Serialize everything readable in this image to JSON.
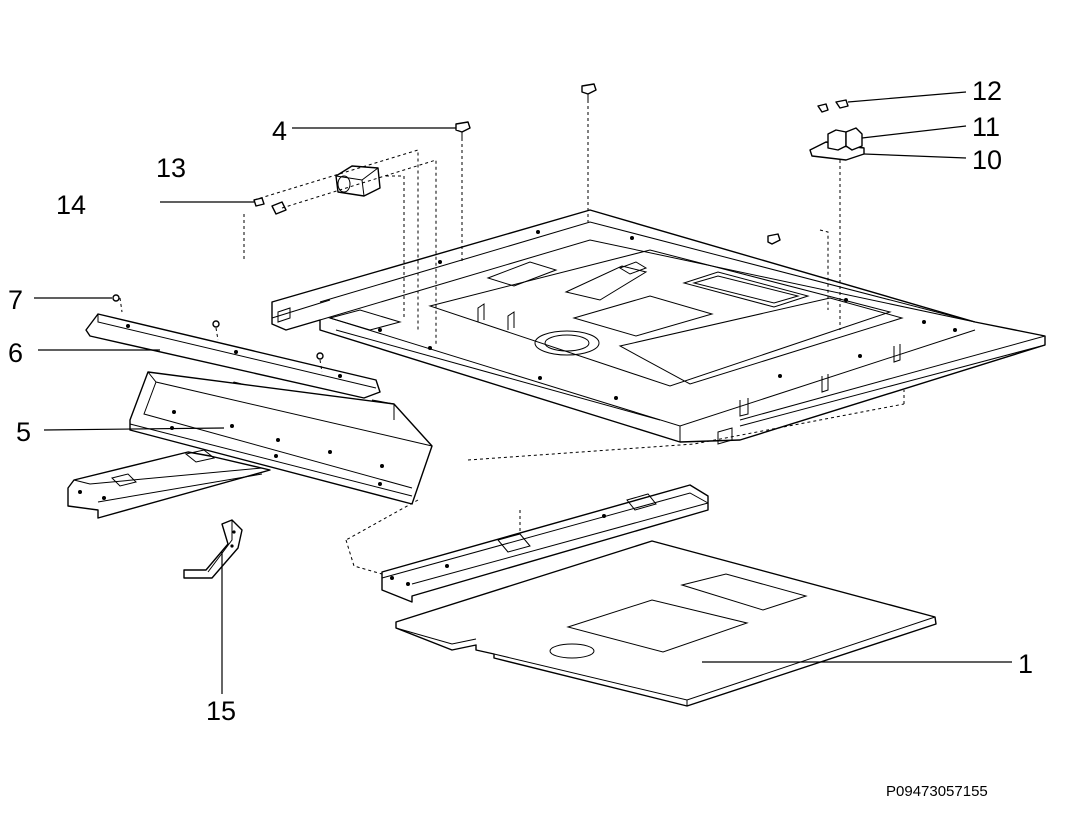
{
  "diagram": {
    "document_id": "P09473057155",
    "callouts": [
      "1",
      "4",
      "5",
      "6",
      "7",
      "10",
      "11",
      "12",
      "13",
      "14",
      "15"
    ]
  }
}
